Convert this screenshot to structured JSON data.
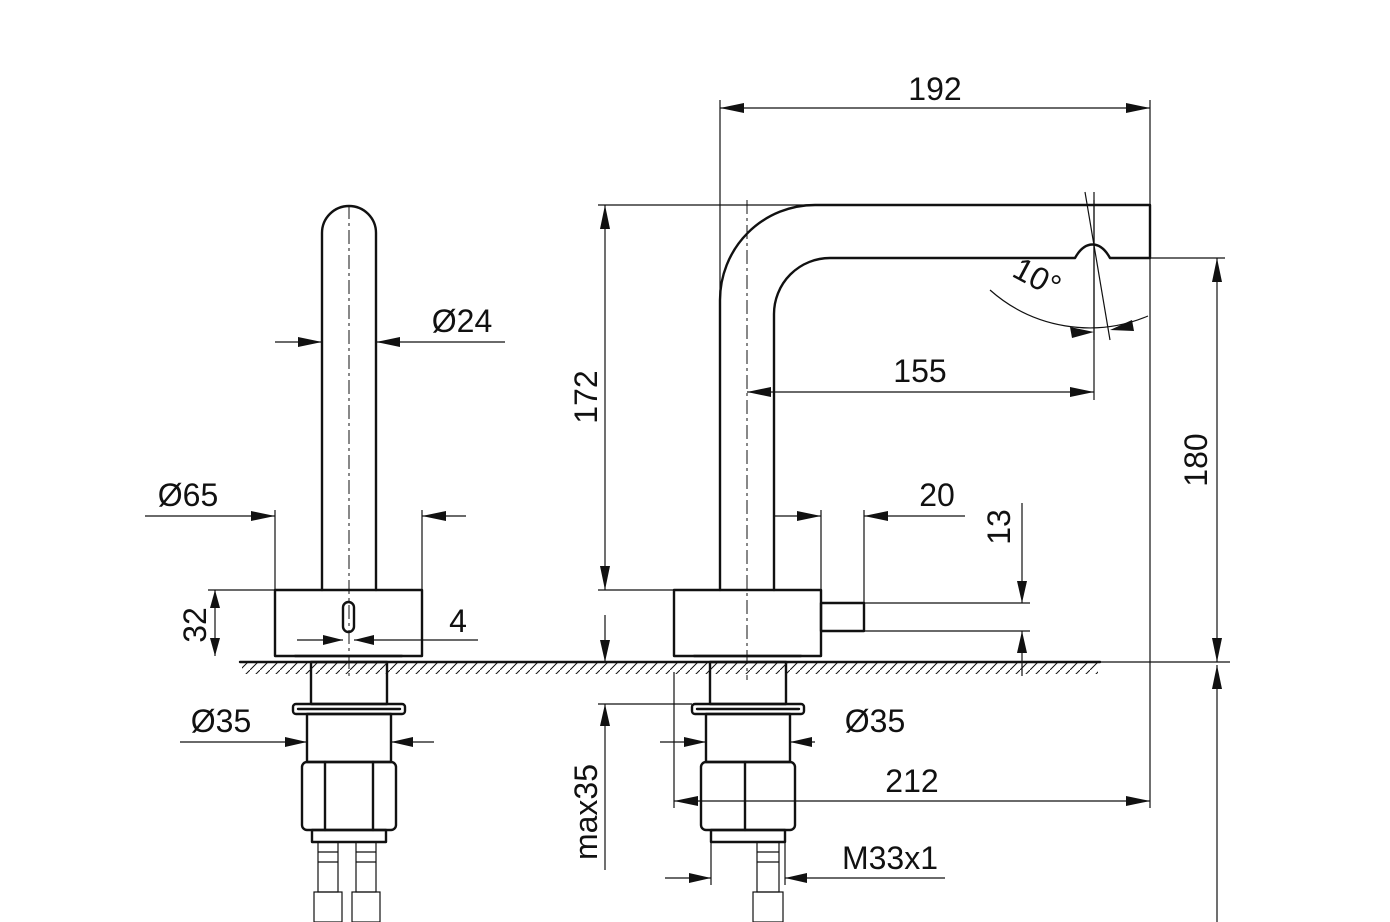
{
  "dimensions": {
    "overall_width": "192",
    "height_spout": "172",
    "spout_diameter": "Ø24",
    "base_diameter": "Ø65",
    "base_height": "32",
    "sensor_width": "4",
    "shank_diameter_left": "Ø35",
    "shank_diameter_right": "Ø35",
    "max_thickness": "max35",
    "angle": "10°",
    "reach": "155",
    "total_height": "180",
    "lever_offset": "20",
    "lever_height": "13",
    "total_depth": "212",
    "thread": "M33x1"
  }
}
